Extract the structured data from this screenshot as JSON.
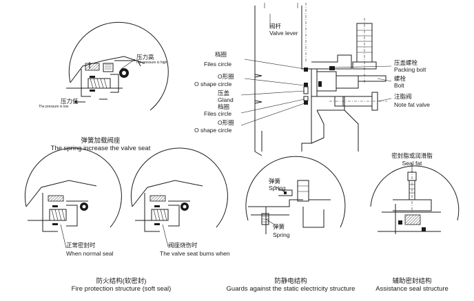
{
  "main_section": {
    "valve_lever": {
      "zh": "阀杆",
      "en": "Valve lever"
    },
    "files_circle_top": {
      "zh": "档圈",
      "en": "Files circle"
    },
    "o_shape_circle_top": {
      "zh": "O形圈",
      "en": "O shape circle"
    },
    "gland": {
      "zh": "压盖",
      "en": "Gland"
    },
    "files_circle_bottom": {
      "zh": "档圈",
      "en": "Files circle"
    },
    "o_shape_circle_bottom": {
      "zh": "O形圈",
      "en": "O shape circle"
    },
    "packing_bolt": {
      "zh": "压盖螺栓",
      "en": "Packing bolt"
    },
    "bolt": {
      "zh": "螺栓",
      "en": "Bolt"
    },
    "note_fat_valve": {
      "zh": "注脂阀",
      "en": "Note fat valve"
    }
  },
  "spring_seat": {
    "pressure_high": {
      "zh": "压力高",
      "en": "The pressure is high"
    },
    "pressure_low": {
      "zh": "压力低",
      "en": "The pressure is low"
    },
    "caption": {
      "zh": "弹簧加载阀座",
      "en": "The spring increase the valve seat"
    }
  },
  "fire_protection": {
    "normal_seal": {
      "zh": "正常密封时",
      "en": "When normal seal"
    },
    "seat_burns": {
      "zh": "阀座烧伤时",
      "en": "The valve seat burns when"
    },
    "caption": {
      "zh": "防火结构(软密封)",
      "en": "Fire protection structure (soft seal)"
    }
  },
  "static_guard": {
    "spring_top": {
      "zh": "弹簧",
      "en": "Spring"
    },
    "spring_bottom": {
      "zh": "弹簧",
      "en": "Spring"
    },
    "caption": {
      "zh": "防静电结构",
      "en": "Guards against the static electricity structure"
    }
  },
  "assist_seal": {
    "seal_fat": {
      "zh": "密封脂或润滑脂",
      "en": "Seal fat"
    },
    "caption": {
      "zh": "辅助密封结构",
      "en": "Assistance seal structure"
    }
  }
}
